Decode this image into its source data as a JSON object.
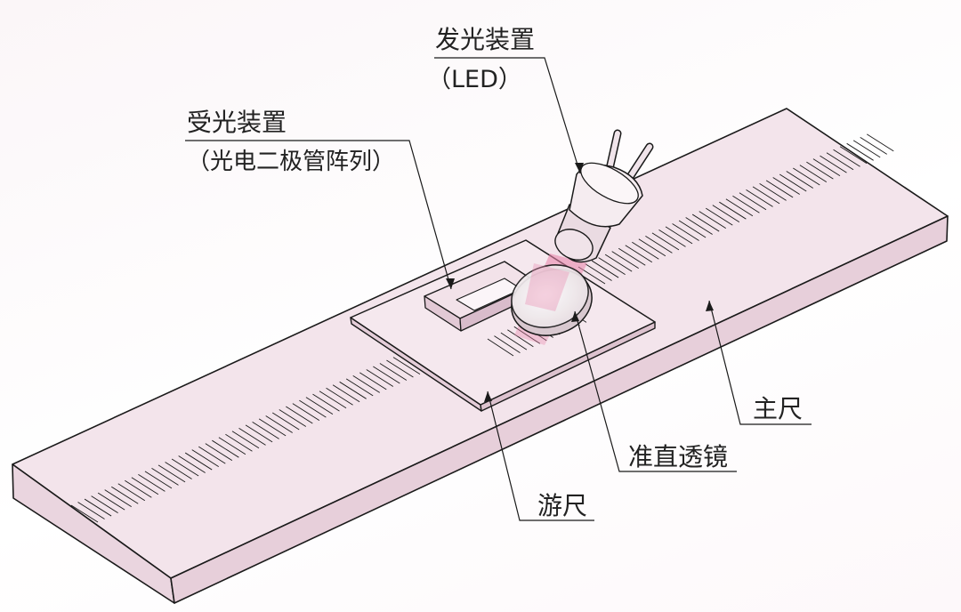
{
  "labels": {
    "emitter": "发光装置",
    "emitter_sub": "（LED）",
    "receiver": "受光装置",
    "receiver_sub": "（光电二极管阵列）",
    "main_scale": "主尺",
    "lens": "准直透镜",
    "slider": "游尺"
  },
  "colors": {
    "body_top": "#f3e3ea",
    "body_side": "#ecd6e0",
    "outline": "#1a1a1a",
    "light_beam": "#e985ab"
  }
}
